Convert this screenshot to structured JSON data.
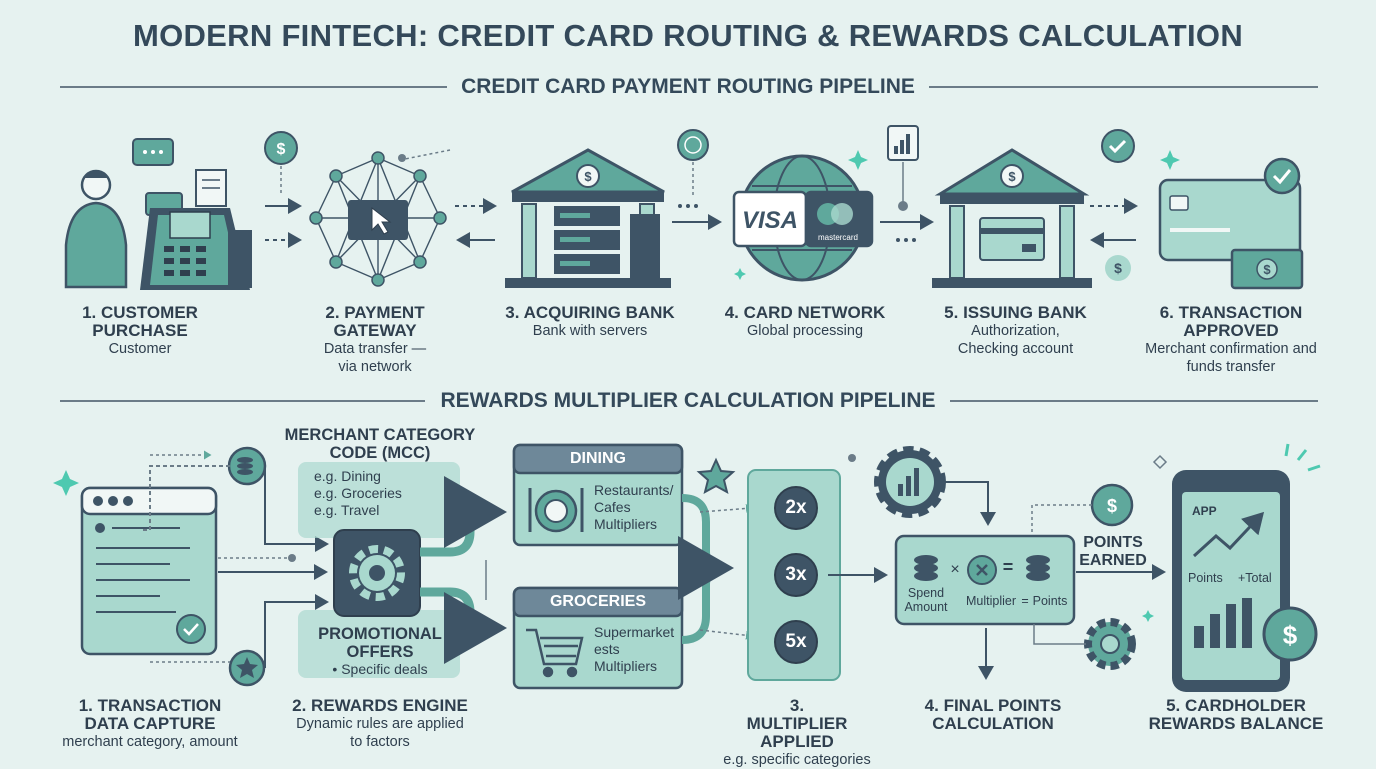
{
  "title": "MODERN FINTECH: CREDIT CARD ROUTING & REWARDS CALCULATION",
  "routing": {
    "heading": "CREDIT CARD PAYMENT ROUTING PIPELINE",
    "steps": [
      {
        "title": "1. CUSTOMER PURCHASE",
        "desc": "Customer"
      },
      {
        "title": "2. PAYMENT GATEWAY",
        "desc": "Data transfer — via network"
      },
      {
        "title": "3. ACQUIRING BANK",
        "desc": "Bank with servers"
      },
      {
        "title": "4. CARD NETWORK",
        "desc": "Global processing"
      },
      {
        "title": "5. ISSUING BANK",
        "desc": "Authorization, Checking account"
      },
      {
        "title": "6. TRANSACTION APPROVED",
        "desc": "Merchant confirmation and funds transfer"
      }
    ],
    "visa": "VISA",
    "mastercard": "mastercard"
  },
  "rewards": {
    "heading": "REWARDS MULTIPLIER CALCULATION PIPELINE",
    "mcc": {
      "title": "MERCHANT CATEGORY CODE (MCC)",
      "items": [
        "e.g. Dining",
        "e.g. Groceries",
        "e.g. Travel"
      ]
    },
    "promo": {
      "title": "PROMOTIONAL OFFERS",
      "item": "• Specific deals"
    },
    "dining": {
      "title": "DINING",
      "desc": "Restaurants/ Cafes Multipliers"
    },
    "groceries": {
      "title": "GROCERIES",
      "desc": "Supermarket ests Multipliers"
    },
    "multipliers": [
      "2x",
      "3x",
      "5x"
    ],
    "formula": {
      "spend": "Spend Amount",
      "x": "×",
      "multiplier": "Multiplier",
      "eq": "=",
      "points": "Points",
      "equals": "="
    },
    "points_earned": "POINTS EARNED",
    "app": {
      "label": "APP",
      "points": "Points",
      "total": "+Total"
    },
    "steps": [
      {
        "title": "1. TRANSACTION DATA CAPTURE",
        "desc": "merchant category, amount"
      },
      {
        "title": "2. REWARDS ENGINE",
        "desc": "Dynamic rules are applied to factors"
      },
      {
        "title": "3. MULTIPLIER APPLIED",
        "desc": "e.g. specific categories"
      },
      {
        "title": "4. FINAL POINTS CALCULATION",
        "desc": ""
      },
      {
        "title": "5. CARDHOLDER REWARDS BALANCE",
        "desc": ""
      }
    ]
  },
  "colors": {
    "teal": "#5fa89c",
    "dark": "#3e5466",
    "mint": "#a9d8ce",
    "bg": "#e6f2f0"
  }
}
